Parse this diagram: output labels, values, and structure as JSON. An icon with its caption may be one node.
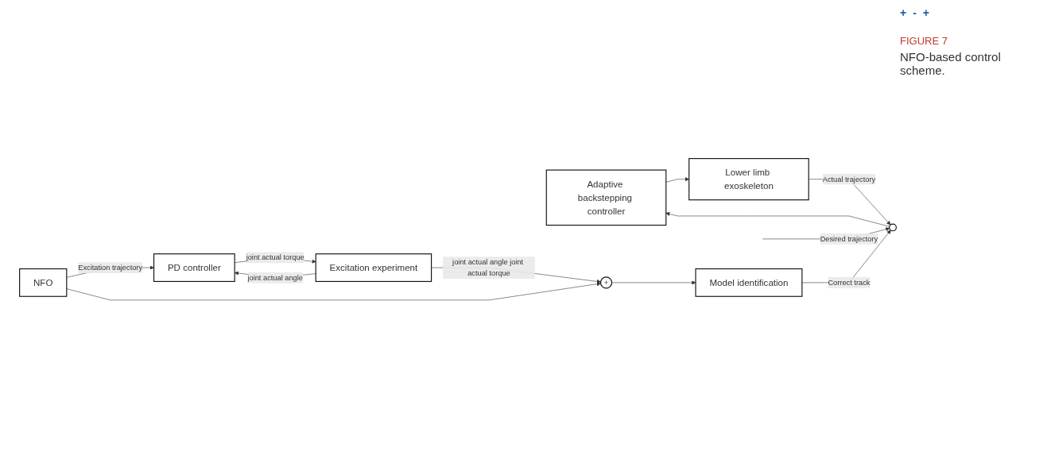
{
  "diagram": {
    "caption": "NFO-based control scheme.",
    "nodes": [
      {
        "text": [
          "Adaptive backstepping controller"
        ]
      },
      {
        "text": [
          "Lower limb exoskeleton"
        ]
      },
      {
        "text": [
          "PD controller"
        ]
      },
      {
        "text": [
          "Excitation experiment"
        ]
      },
      {
        "text": [
          "Model identification"
        ]
      },
      {
        "text": [
          "NFO"
        ]
      },
      {
        "text": [],
        "shape": "circle"
      },
      {
        "text": [
          "+"
        ]
      }
    ],
    "edges": [
      {
        "from": 0,
        "to": 1,
        "arrow": "to"
      },
      {
        "from": null,
        "to": 6,
        "label": "Desired trajectory",
        "arrow": "to"
      },
      {
        "from": 1,
        "to": 6,
        "label": "Actual trajectory",
        "arrow": "to"
      },
      {
        "from": 6,
        "to": 0,
        "arrow": "to"
      },
      {
        "from": 4,
        "to": 6,
        "label": "Correct track",
        "arrow": "to"
      },
      {
        "from": 2,
        "to": 3,
        "label": "joint actual torque",
        "arrow": "to"
      },
      {
        "from": 3,
        "to": 2,
        "label": "joint actual angle",
        "arrow": "to"
      },
      {
        "from": 5,
        "to": 2,
        "label": "Excitation trajectory",
        "arrow": "to"
      },
      {
        "from": 3,
        "to": 7,
        "label": "joint actual angle joint actual torque",
        "arrow": "to"
      },
      {
        "from": 7,
        "to": 4,
        "arrow": "to"
      },
      {
        "from": 5,
        "to": 7,
        "arrow": "to"
      }
    ],
    "labels": [
      "+",
      "-",
      "+",
      "FIGURE 7"
    ]
  }
}
